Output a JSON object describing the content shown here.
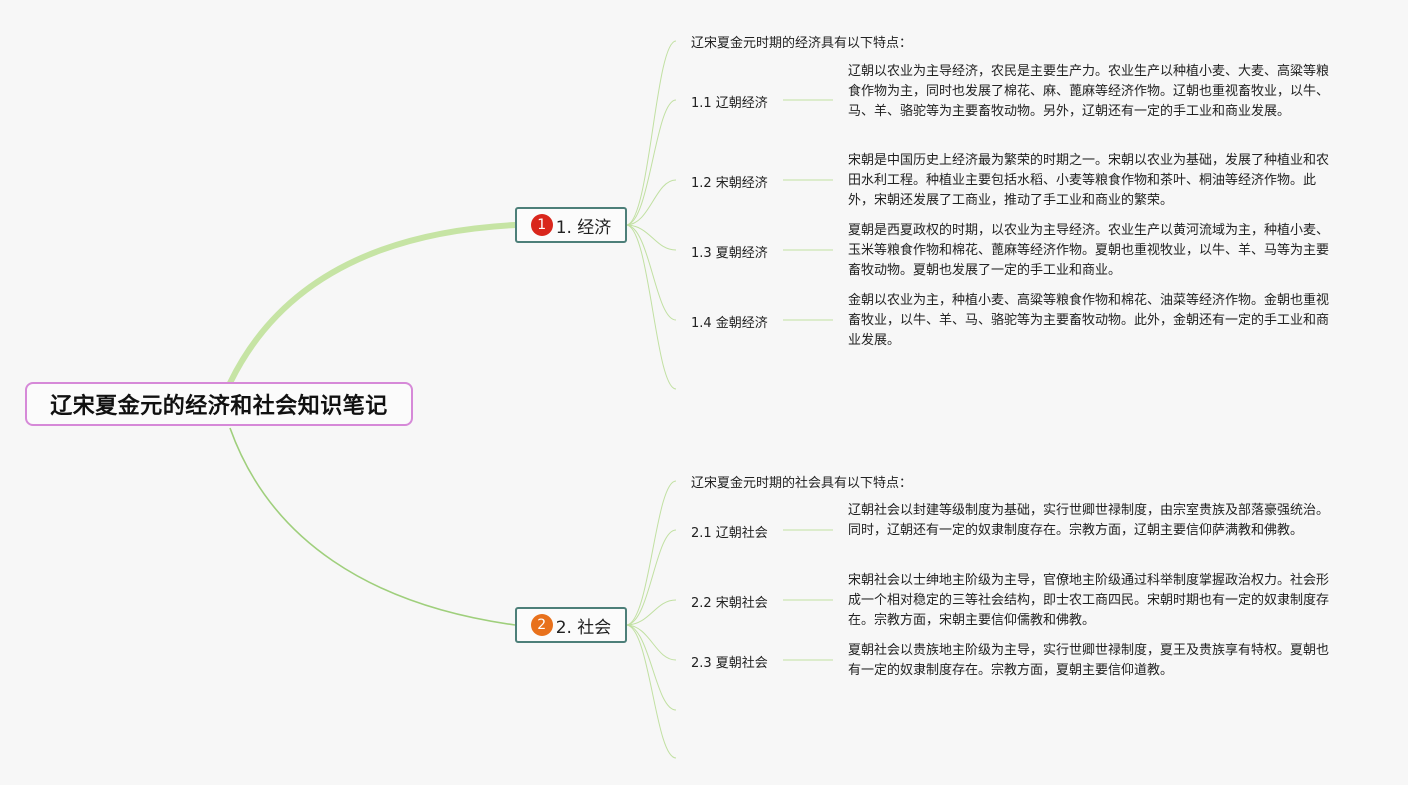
{
  "root": {
    "title": "辽宋夏金元的经济和社会知识笔记"
  },
  "branches": [
    {
      "number": "1",
      "label": "1. 经济",
      "badge_color": "#d9261c",
      "intro": "辽宋夏金元时期的经济具有以下特点：",
      "items": [
        {
          "label": "1.1 辽朝经济",
          "text": "辽朝以农业为主导经济，农民是主要生产力。农业生产以种植小麦、大麦、高粱等粮食作物为主，同时也发展了棉花、麻、蓖麻等经济作物。辽朝也重视畜牧业，以牛、马、羊、骆驼等为主要畜牧动物。另外，辽朝还有一定的手工业和商业发展。"
        },
        {
          "label": "1.2 宋朝经济",
          "text": "宋朝是中国历史上经济最为繁荣的时期之一。宋朝以农业为基础，发展了种植业和农田水利工程。种植业主要包括水稻、小麦等粮食作物和茶叶、桐油等经济作物。此外，宋朝还发展了工商业，推动了手工业和商业的繁荣。"
        },
        {
          "label": "1.3 夏朝经济",
          "text": "夏朝是西夏政权的时期，以农业为主导经济。农业生产以黄河流域为主，种植小麦、玉米等粮食作物和棉花、蓖麻等经济作物。夏朝也重视牧业，以牛、羊、马等为主要畜牧动物。夏朝也发展了一定的手工业和商业。"
        },
        {
          "label": "1.4 金朝经济",
          "text": "金朝以农业为主，种植小麦、高粱等粮食作物和棉花、油菜等经济作物。金朝也重视畜牧业，以牛、羊、马、骆驼等为主要畜牧动物。此外，金朝还有一定的手工业和商业发展。"
        }
      ]
    },
    {
      "number": "2",
      "label": "2. 社会",
      "badge_color": "#e8711c",
      "intro": "辽宋夏金元时期的社会具有以下特点：",
      "items": [
        {
          "label": "2.1 辽朝社会",
          "text": "辽朝社会以封建等级制度为基础，实行世卿世禄制度，由宗室贵族及部落豪强统治。同时，辽朝还有一定的奴隶制度存在。宗教方面，辽朝主要信仰萨满教和佛教。"
        },
        {
          "label": "2.2 宋朝社会",
          "text": "宋朝社会以士绅地主阶级为主导，官僚地主阶级通过科举制度掌握政治权力。社会形成一个相对稳定的三等社会结构，即士农工商四民。宋朝时期也有一定的奴隶制度存在。宗教方面，宋朝主要信仰儒教和佛教。"
        },
        {
          "label": "2.3 夏朝社会",
          "text": "夏朝社会以贵族地主阶级为主导，实行世卿世禄制度，夏王及贵族享有特权。夏朝也有一定的奴隶制度存在。宗教方面，夏朝主要信仰道教。"
        }
      ]
    }
  ],
  "colors": {
    "background": "#f7f7f7",
    "root_border": "#d689d8",
    "branch_border": "#4d7f79",
    "connector": "#b7dc95",
    "main_connector_1": "#c6e4a4",
    "main_connector_2": "#9fcf7c"
  }
}
